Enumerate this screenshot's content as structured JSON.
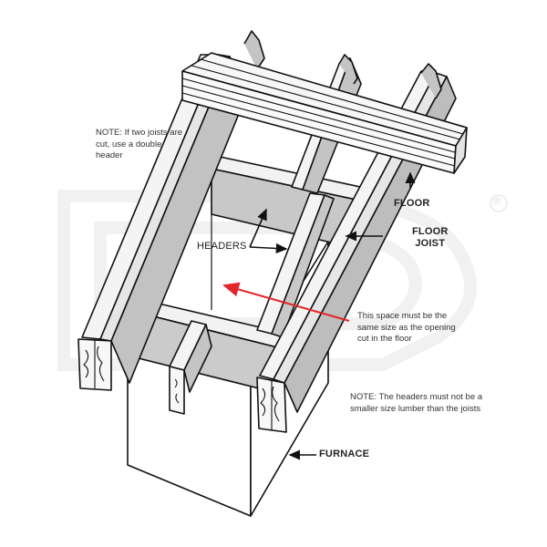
{
  "diagram": {
    "subject": "Furnace floor opening framing with headers between floor joists",
    "colors": {
      "background": "#ffffff",
      "line": "#111111",
      "wood_face": "#f4f4f4",
      "wood_side": "#c9c9c9",
      "wood_side_dark": "#b3b3b3",
      "furnace_face": "#ffffff",
      "arrow_red": "#e3262b",
      "watermark": "#f3f3f3"
    },
    "labels": {
      "floor": "FLOOR",
      "floor_joist_line1": "FLOOR",
      "floor_joist_line2": "JOIST",
      "headers": "HEADERS",
      "furnace": "FURNACE"
    },
    "notes": {
      "double_header": {
        "line1": "NOTE:  If two joists are",
        "line2": "cut, use a double",
        "line3": "header"
      },
      "space_size": {
        "line1": "This space must be the",
        "line2": "same size as the opening",
        "line3": "cut in the floor"
      },
      "header_size": {
        "line1": "NOTE:  The headers must not be a",
        "line2": "smaller size lumber than the joists"
      }
    },
    "watermark": {
      "icon": "registered-trademark-icon",
      "symbol": "®"
    }
  }
}
